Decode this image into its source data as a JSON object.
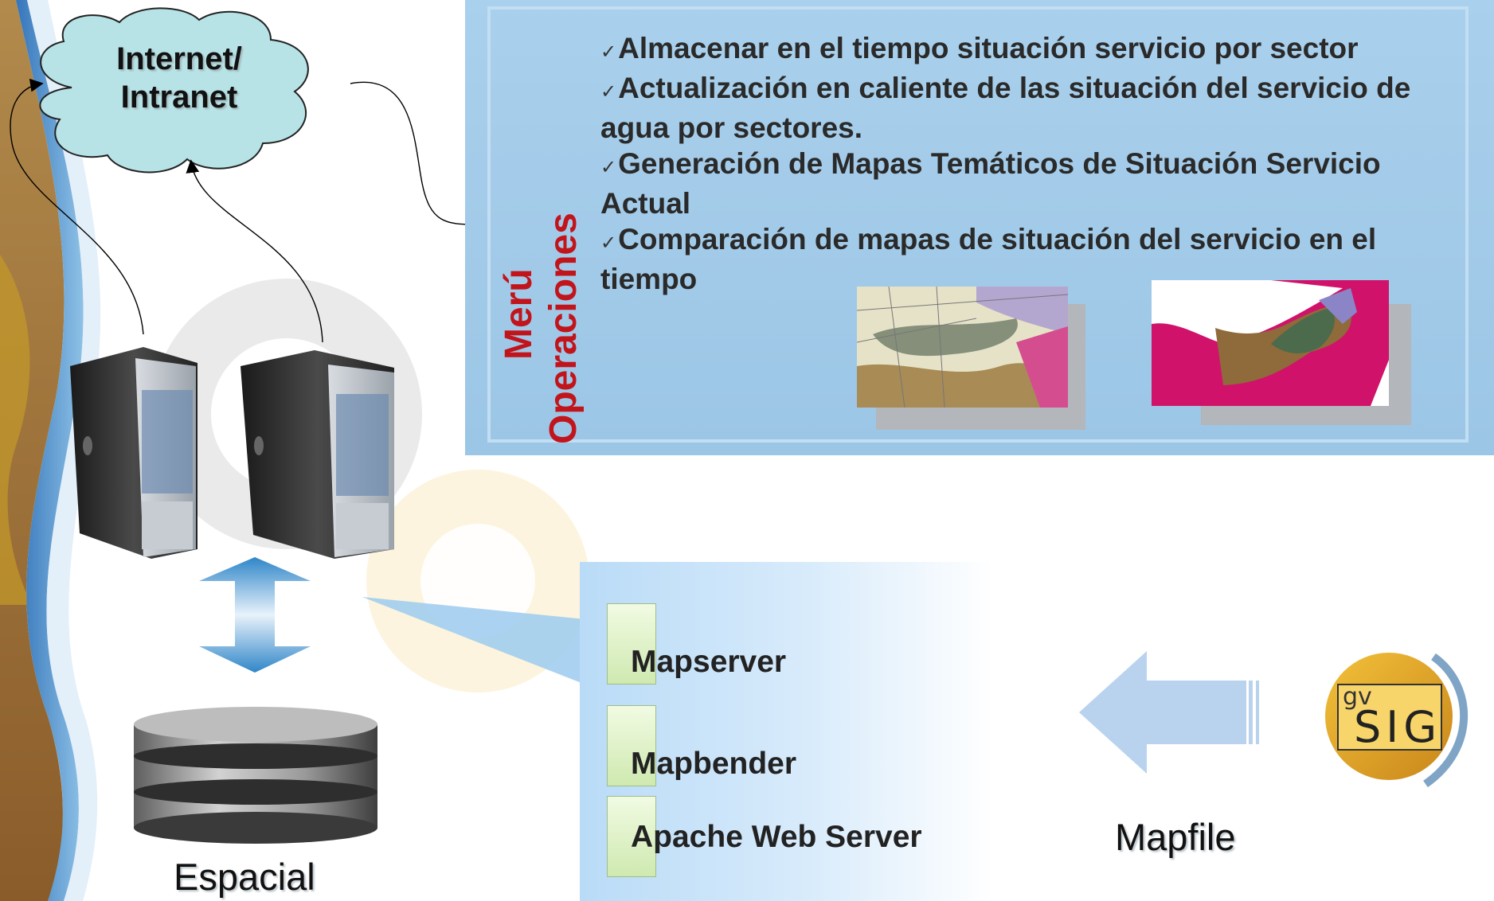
{
  "cloud": {
    "line1": "Internet/",
    "line2": "Intranet"
  },
  "panel": {
    "title_line1": "Merú",
    "title_line2": "Operaciones",
    "bullets": [
      "Almacenar en el tiempo situación servicio por sector",
      "Actualización en caliente de las situación del servicio de agua por sectores.",
      "Generación de Mapas Temáticos de Situación Servicio Actual",
      "Comparación de mapas de situación del servicio en el tiempo"
    ]
  },
  "stack": {
    "items": [
      "Mapserver",
      "Mapbender",
      "Apache Web Server"
    ]
  },
  "labels": {
    "database": "Espacial",
    "mapfile": "Mapfile",
    "logo_gv": "gv",
    "logo_sig": "SIG"
  },
  "colors": {
    "panel_bg": "#a9d0ec",
    "title_red": "#c1141b",
    "map_magenta": "#d1126a",
    "cloud_fill": "#b7e3e6"
  }
}
